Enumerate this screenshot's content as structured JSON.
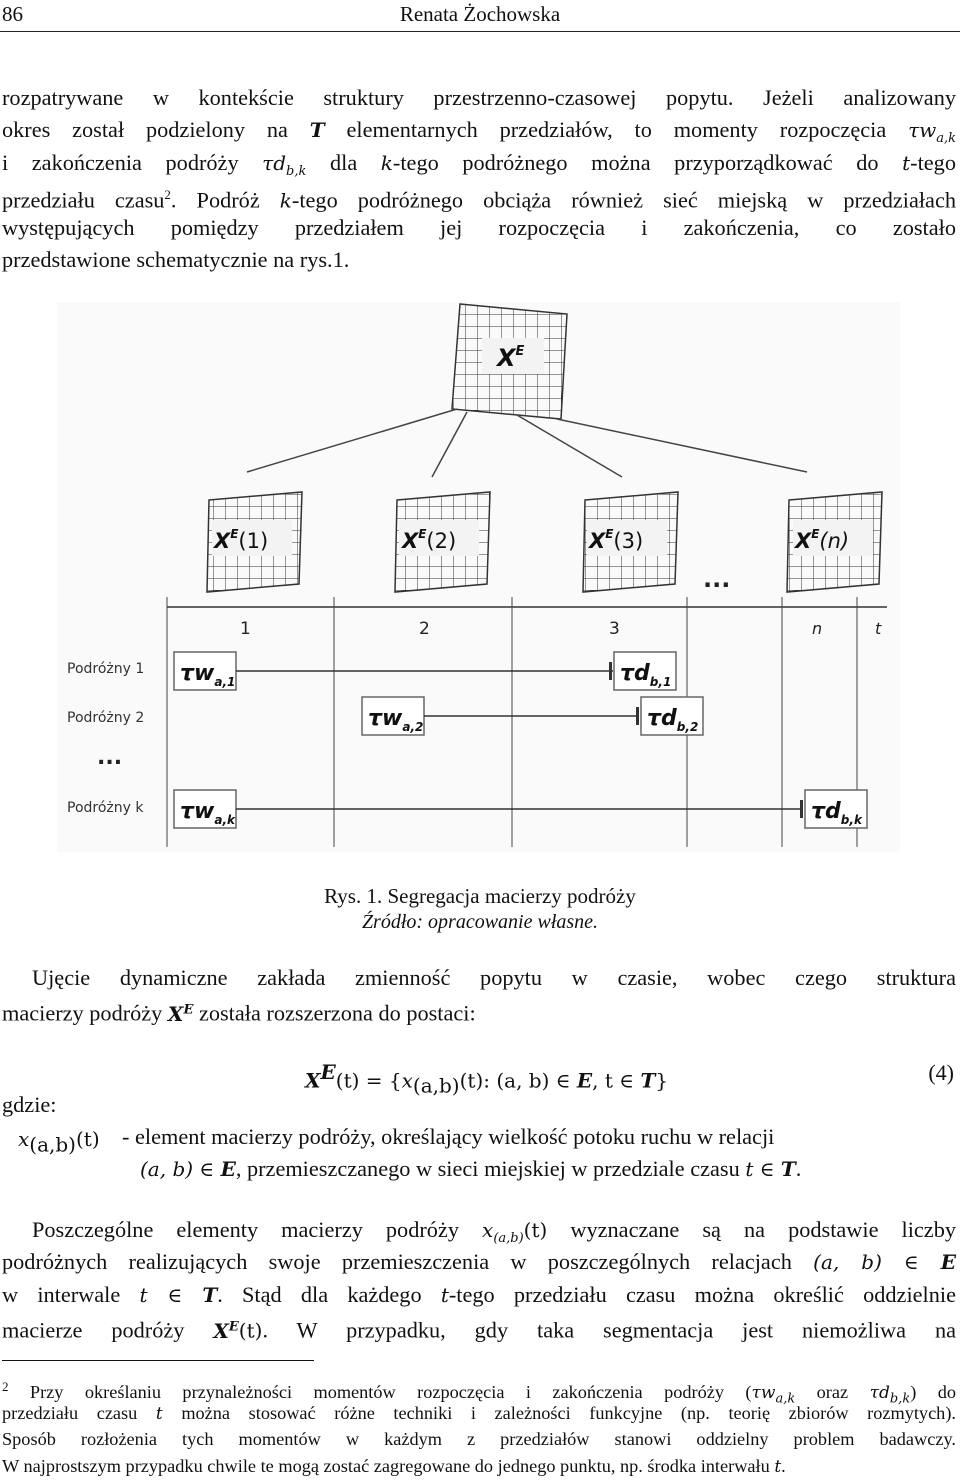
{
  "header": {
    "page_number": "86",
    "author": "Renata Żochowska"
  },
  "paragraph1": {
    "l1": "rozpatrywane w kontekście struktury przestrzenno-czasowej popytu. Jeżeli analizowany",
    "l2a": "okres został podzielony na ",
    "l2b": " elementarnych przedziałów, to momenty rozpoczęcia ",
    "l3a": "i zakończenia podróży ",
    "l3b": " dla ",
    "l3c": "-tego podróżnego można przyporządkować do ",
    "l3d": "-tego",
    "l4a": "przedziału czasu",
    "l4sup": "2",
    "l4b": ". Podróż ",
    "l4c": "-tego podróżnego obciąża również sieć miejską w przedziałach",
    "l5": "występujących pomiędzy przedziałem jej rozpoczęcia i zakończenia, co zostało",
    "l6": "przedstawione schematycznie na rys.1."
  },
  "figure": {
    "top_matrix": "X",
    "top_matrix_sup": "E",
    "matrices": [
      "(1)",
      "(2)",
      "(3)",
      "(n)"
    ],
    "matrix_base": "X",
    "matrix_sup": "E",
    "ellipsis": "...",
    "axis_ticks": [
      "1",
      "2",
      "3",
      "n"
    ],
    "axis_label": "t",
    "travelers": [
      "Podróżny 1",
      "Podróżny 2",
      "Podróżny k"
    ],
    "traveler_ellipsis": "...",
    "start_labels": [
      {
        "main": "τw",
        "sub": "a,1"
      },
      {
        "main": "τw",
        "sub": "a,2"
      },
      {
        "main": "τw",
        "sub": "a,k"
      }
    ],
    "end_labels": [
      {
        "main": "τd",
        "sub": "b,1"
      },
      {
        "main": "τd",
        "sub": "b,2"
      },
      {
        "main": "τd",
        "sub": "b,k"
      }
    ],
    "caption": "Rys. 1. Segregacja macierzy podróży",
    "source": "Źródło: opracowanie własne."
  },
  "paragraph2": {
    "l1": "Ujęcie dynamiczne zakłada zmienność popytu w czasie, wobec czego struktura",
    "l2a": "macierzy podróży ",
    "l2b": " została rozszerzona do postaci:"
  },
  "equation": {
    "lhs": "X",
    "lhs_sup": "E",
    "lhs_arg": "(t) = {",
    "x": "x",
    "x_sub": "(a,b)",
    "rest1": "(t): (a, b) ∈ ",
    "E": "E",
    "rest2": ", t ∈ ",
    "T": "T",
    "close": "}",
    "number": "(4)"
  },
  "gdzie": {
    "label": "gdzie:",
    "symbol": "x",
    "symbol_sub": "(a,b)",
    "symbol_arg": "(t)",
    "def1": "- element macierzy podróży, określający wielkość potoku ruchu w relacji",
    "def2a": "(a, b) ∈ ",
    "def2E": "E",
    "def2b": ", przemieszczanego w sieci miejskiej w przedziale czasu ",
    "def2t": "t ∈ ",
    "def2T": "T",
    "def2c": "."
  },
  "paragraph3": {
    "l1a": "Poszczególne elementy macierzy podróży ",
    "l1b": " wyznaczane są na podstawie liczby",
    "l2a": "podróżnych realizujących swoje przemieszczenia w poszczególnych relacjach ",
    "l3a": "w interwale ",
    "l3b": ". Stąd dla każdego ",
    "l3c": "-tego przedziału czasu można określić oddzielnie",
    "l4a": "macierze podróży ",
    "l4b": ". W przypadku, gdy taka segmentacja jest niemożliwa na"
  },
  "footnote": {
    "mark": "2",
    "l1a": " Przy określaniu przynależności momentów rozpoczęcia i zakończenia podróży (",
    "l1b": " oraz ",
    "l1c": ") do",
    "l2a": "przedziału czasu ",
    "l2b": " można stosować różne techniki i zależności funkcyjne (np. teorię zbiorów rozmytych).",
    "l3": "Sposób rozłożenia tych momentów w każdym z przedziałów stanowi oddzielny problem badawczy.",
    "l4a": "W najprostszym przypadku chwile te mogą zostać zagregowane do jednego punktu, np. środka interwału ",
    "l4b": "."
  }
}
